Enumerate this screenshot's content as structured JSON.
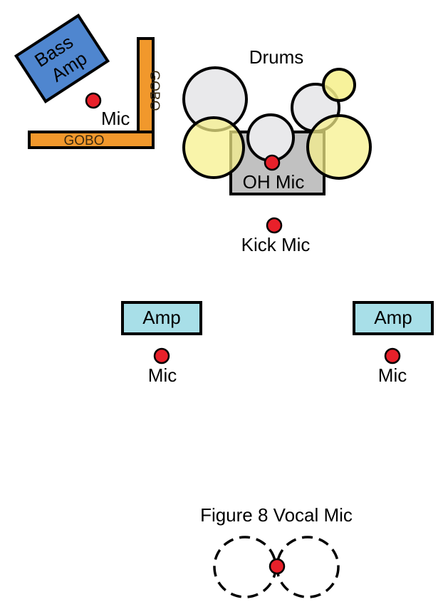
{
  "diagram": {
    "bass_amp": {
      "line1": "Bass",
      "line2": "Amp"
    },
    "gobo_vertical": "GOBO",
    "gobo_horizontal": "GOBO",
    "bass_mic": "Mic",
    "drums_title": "Drums",
    "oh_mic": "OH Mic",
    "kick_mic": "Kick Mic",
    "left_amp": "Amp",
    "left_amp_mic": "Mic",
    "right_amp": "Amp",
    "right_amp_mic": "Mic",
    "vocal_mic": "Figure 8 Vocal Mic"
  },
  "colors": {
    "mic": "#e8202a",
    "amp_blue": "#4f86cf",
    "gobo_orange": "#f1982c",
    "guitar_amp": "#a8dfe8",
    "drum_shell": "#e9e9eb",
    "cymbal": "#f6f089",
    "kit_riser": "#c1c1c1"
  }
}
